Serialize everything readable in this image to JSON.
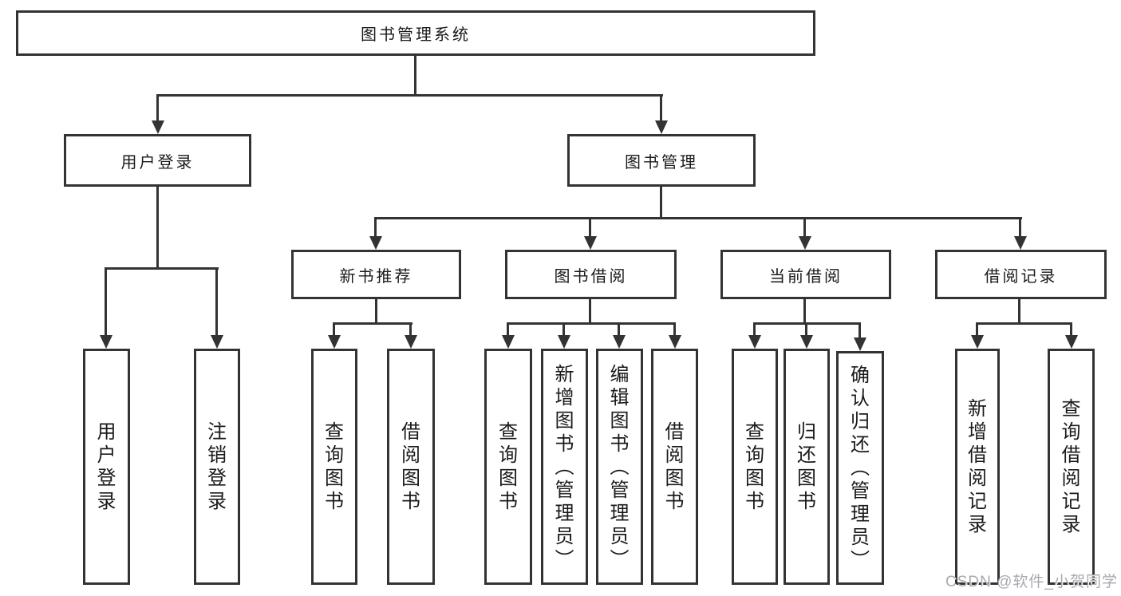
{
  "root": {
    "label": "图书管理系统"
  },
  "branches": {
    "user_login": {
      "label": "用户登录",
      "children": [
        "用户登录",
        "注销登录"
      ]
    },
    "book_management": {
      "label": "图书管理",
      "children": [
        {
          "label": "新书推荐",
          "children": [
            "查询图书",
            "借阅图书"
          ]
        },
        {
          "label": "图书借阅",
          "children": [
            "查询图书",
            "新增图书（管理员）",
            "编辑图书（管理员）",
            "借阅图书"
          ]
        },
        {
          "label": "当前借阅",
          "children": [
            "查询图书",
            "归还图书",
            "确认归还（管理员）"
          ]
        },
        {
          "label": "借阅记录",
          "children": [
            "新增借阅记录",
            "查询借阅记录"
          ]
        }
      ]
    }
  },
  "watermark": "CSDN @软件_小贺同学",
  "colors": {
    "line": "#333333",
    "text": "#1a1a1a",
    "watermark": "#a9a9b0",
    "background": "#ffffff"
  }
}
